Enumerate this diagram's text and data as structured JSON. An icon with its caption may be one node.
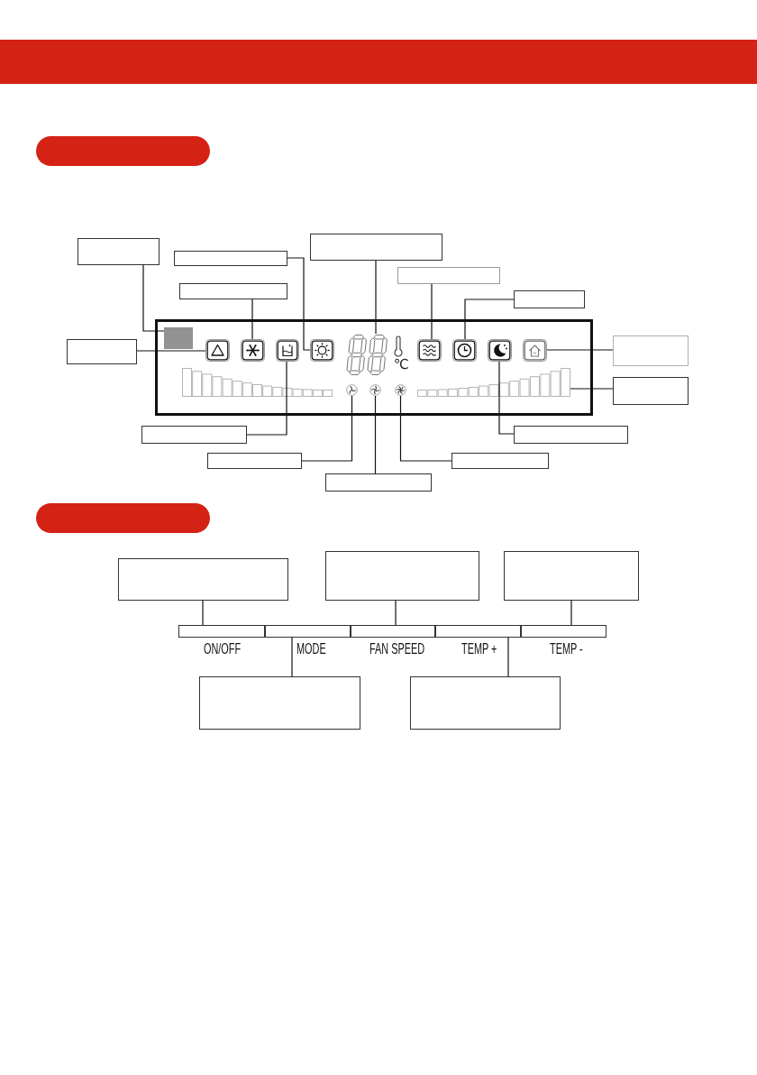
{
  "diagram": {
    "nodes": [
      {
        "text": [],
        "shape": "bar"
      },
      {
        "text": [],
        "shape": "box"
      },
      {
        "text": [],
        "shape": "box"
      },
      {
        "text": [],
        "shape": "box"
      },
      {
        "text": [],
        "shape": "box"
      },
      {
        "text": [],
        "shape": "box"
      },
      {
        "text": [],
        "shape": "box"
      },
      {
        "text": [],
        "shape": "box"
      },
      {
        "text": [],
        "shape": "box",
        "in": 7
      },
      {
        "text": [],
        "shape": "picture",
        "in": 7
      },
      {
        "text": [],
        "shape": "picture",
        "in": 7
      },
      {
        "text": [],
        "shape": "picture",
        "in": 7
      },
      {
        "text": [],
        "shape": "picture",
        "in": 7
      },
      {
        "text": [],
        "shape": "picture",
        "in": 7
      },
      {
        "text": [],
        "shape": "picture",
        "in": 7
      },
      {
        "text": [],
        "shape": "picture",
        "in": 7
      },
      {
        "text": [],
        "shape": "picture",
        "in": 7
      },
      {
        "text": [],
        "shape": "picture",
        "in": 7
      },
      {
        "text": [],
        "shape": "picture",
        "in": 7
      },
      {
        "text": [],
        "shape": "picture",
        "in": 7
      },
      {
        "text": [],
        "shape": "picture",
        "in": 7
      },
      {
        "text": [],
        "shape": "picture",
        "in": 7
      },
      {
        "text": [],
        "shape": "box"
      },
      {
        "text": [],
        "shape": "box"
      },
      {
        "text": [],
        "shape": "box"
      },
      {
        "text": [],
        "shape": "box"
      },
      {
        "text": [],
        "shape": "box"
      },
      {
        "text": [],
        "shape": "box"
      },
      {
        "text": [],
        "shape": "box"
      },
      {
        "text": [],
        "shape": "box"
      },
      {
        "text": [],
        "shape": "bar"
      },
      {
        "text": [],
        "shape": "box"
      },
      {
        "text": [],
        "shape": "box"
      },
      {
        "text": [],
        "shape": "box"
      },
      {
        "text": [],
        "shape": "box",
        "beside": [
          "ON/OFF"
        ]
      },
      {
        "text": [],
        "shape": "box",
        "beside": [
          "MODE"
        ]
      },
      {
        "text": [],
        "shape": "box",
        "beside": [
          "FAN SPEED"
        ]
      },
      {
        "text": [],
        "shape": "box",
        "beside": [
          "TEMP +"
        ]
      },
      {
        "text": [],
        "shape": "box",
        "beside": [
          "TEMP -"
        ]
      },
      {
        "text": [],
        "shape": "box"
      },
      {
        "text": [],
        "shape": "box"
      }
    ],
    "edges": [
      {
        "from": 1,
        "to": 8,
        "arrow": "none"
      },
      {
        "from": 2,
        "to": 13,
        "arrow": "none"
      },
      {
        "from": 3,
        "to": 12,
        "arrow": "none"
      },
      {
        "from": 4,
        "to": 14,
        "arrow": "none"
      },
      {
        "from": 5,
        "to": 10,
        "arrow": "none"
      },
      {
        "from": 6,
        "to": 15,
        "arrow": "none"
      },
      {
        "from": 22,
        "to": 9,
        "arrow": "none"
      },
      {
        "from": 23,
        "to": 17,
        "arrow": "none"
      },
      {
        "from": 24,
        "to": 21,
        "arrow": "none"
      },
      {
        "from": 25,
        "to": 11,
        "arrow": "none"
      },
      {
        "from": 26,
        "to": 16,
        "arrow": "none"
      },
      {
        "from": 27,
        "to": 18,
        "arrow": "none"
      },
      {
        "from": 28,
        "to": 20,
        "arrow": "none"
      },
      {
        "from": 29,
        "to": 19,
        "arrow": "none"
      },
      {
        "from": 31,
        "to": 34,
        "arrow": "none"
      },
      {
        "from": 32,
        "to": 36,
        "arrow": "none"
      },
      {
        "from": 33,
        "to": 38,
        "arrow": "none"
      },
      {
        "from": 39,
        "to": 35,
        "arrow": "none"
      },
      {
        "from": 40,
        "to": 37,
        "arrow": "none"
      }
    ],
    "labels": [
      "℃"
    ]
  }
}
